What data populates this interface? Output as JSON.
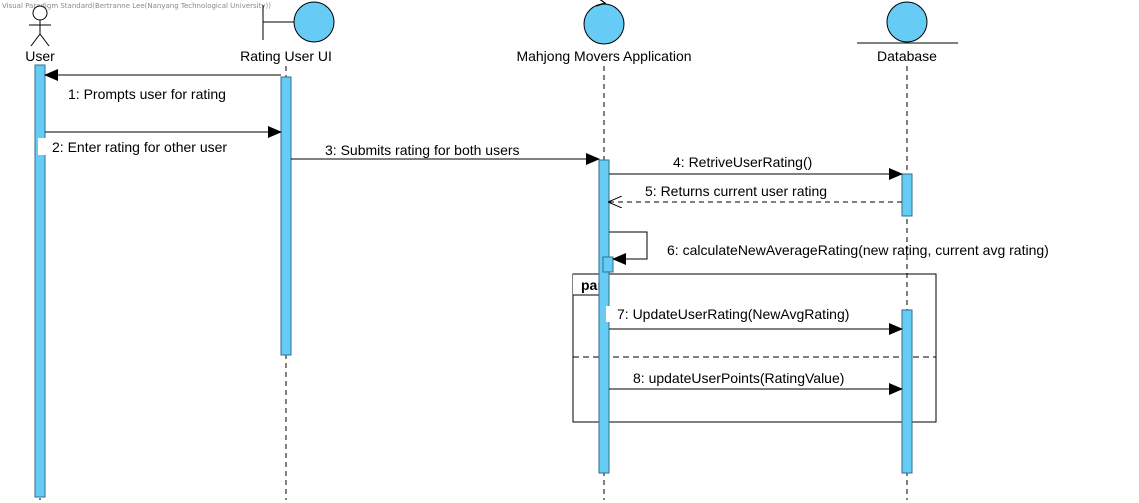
{
  "watermark": "Visual Paradigm Standard(Bertranne Lee(Nanyang Technological University))",
  "lifelines": {
    "user": "User",
    "ui": "Rating User UI",
    "app": "Mahjong Movers Application",
    "db": "Database"
  },
  "messages": {
    "m1": "1: Prompts user for rating",
    "m2": "2: Enter rating for other user",
    "m3": "3: Submits rating for both users",
    "m4": "4: RetriveUserRating()",
    "m5": "5: Returns current user rating",
    "m6": "6: calculateNewAverageRating(new rating, current avg rating)",
    "m7": "7: UpdateUserRating(NewAvgRating)",
    "m8": "8: updateUserPoints(RatingValue)"
  },
  "fragment": {
    "operator": "par"
  },
  "colors": {
    "activation": "#66ccf5",
    "icon": "#66ccf5"
  }
}
